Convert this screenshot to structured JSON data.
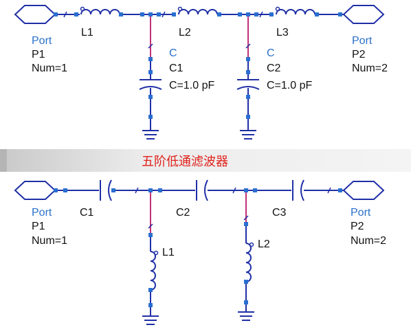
{
  "banner": {
    "title": "五阶低通滤波器"
  },
  "lowpass": {
    "port1": {
      "type": "Port",
      "name": "P1",
      "num": "Num=1"
    },
    "port2": {
      "type": "Port",
      "name": "P2",
      "num": "Num=2"
    },
    "L1": {
      "name": "L1"
    },
    "L2": {
      "name": "L2"
    },
    "L3": {
      "name": "L3"
    },
    "C1": {
      "type": "C",
      "name": "C1",
      "value": "C=1.0 pF"
    },
    "C2": {
      "type": "C",
      "name": "C2",
      "value": "C=1.0 pF"
    }
  },
  "highpass": {
    "port1": {
      "type": "Port",
      "name": "P1",
      "num": "Num=1"
    },
    "port2": {
      "type": "Port",
      "name": "P2",
      "num": "Num=2"
    },
    "C1": {
      "name": "C1"
    },
    "C2": {
      "name": "C2"
    },
    "C3": {
      "name": "C3"
    },
    "L1": {
      "name": "L1"
    },
    "L2": {
      "name": "L2"
    }
  },
  "colors": {
    "wire": "#1f2fa6",
    "shunt_wire": "#c0307a",
    "node": "#2a6fd0",
    "label_blue": "#2a70c9",
    "label_black": "#111111",
    "banner_text": "#e0201a",
    "banner_bg": "#e6e6e6"
  }
}
